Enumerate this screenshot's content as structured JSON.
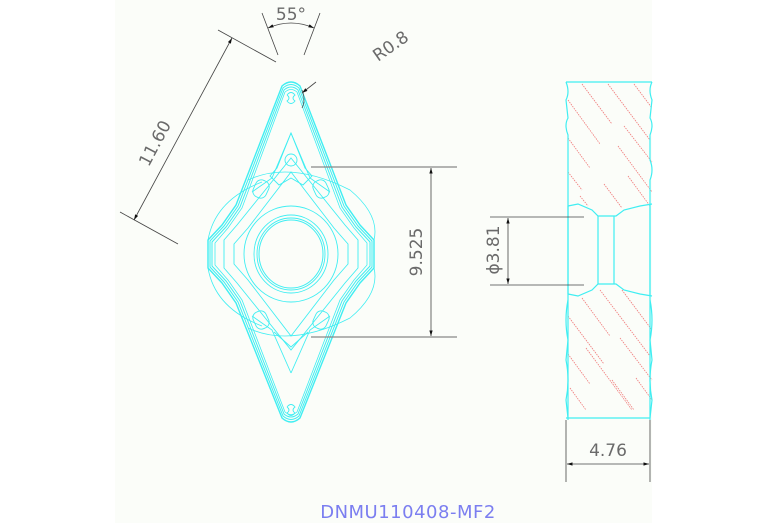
{
  "title": "DNMU110408-MF2",
  "dimensions": {
    "angle": "55°",
    "corner_radius": "R0.8",
    "edge_length": "11.60",
    "inscribed_circle": "9.525",
    "hole_diameter": "ϕ3.81",
    "thickness": "4.76"
  },
  "colors": {
    "outline": "#40eef2",
    "hatch": "#f07a7a",
    "dimension": "#666666",
    "title": "#7b7ef0",
    "sheet_background": "#fbfdf9"
  },
  "views": {
    "top": "insert-top-view",
    "side": "insert-section-view"
  }
}
